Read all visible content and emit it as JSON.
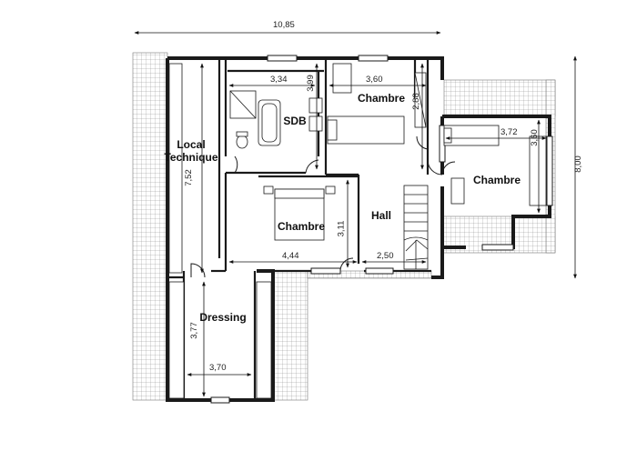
{
  "rooms": {
    "local_technique": "Local\nTechnique",
    "sdb": "SDB",
    "chambre_top": "Chambre",
    "chambre_right": "Chambre",
    "chambre_center": "Chambre",
    "hall": "Hall",
    "dressing": "Dressing"
  },
  "dimensions": {
    "overall_width": "10,85",
    "overall_height": "8,00",
    "local_technique_height": "7,52",
    "sdb_width": "3,34",
    "sdb_height": "3,99",
    "chambre_top_width": "3,60",
    "chambre_top_height": "2,88",
    "chambre_right_width": "3,72",
    "chambre_right_height": "3,60",
    "chambre_center_height": "3,11",
    "chambre_center_width": "4,44",
    "hall_width": "2,50",
    "dressing_height": "3,77",
    "dressing_width": "3,70"
  }
}
